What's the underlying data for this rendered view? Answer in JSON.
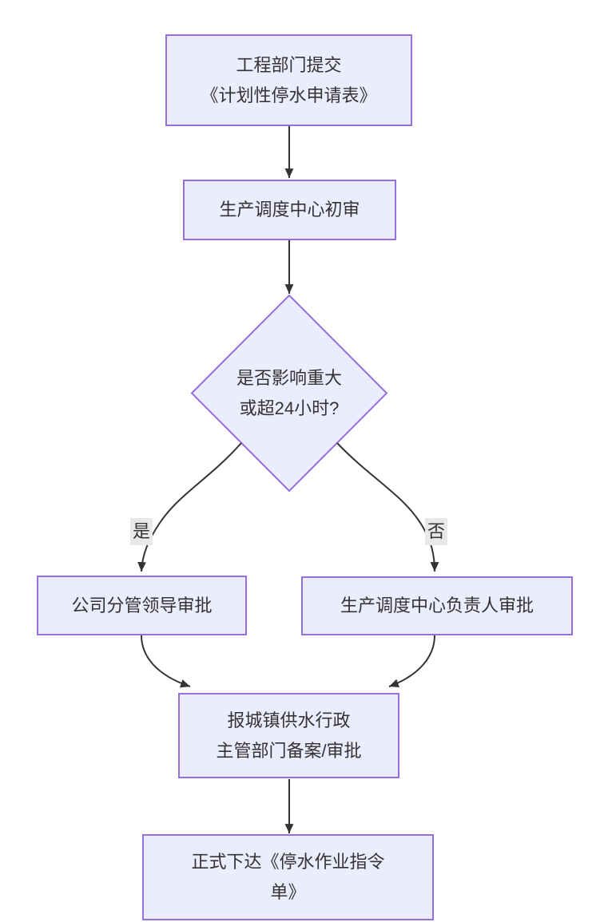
{
  "diagram": {
    "type": "flowchart",
    "colors": {
      "background": "#ffffff",
      "node_fill": "#ECECFF",
      "node_border": "#9370DB",
      "text_color": "#333333",
      "edge_color": "#333333",
      "edge_label_bg": "#e8e8e8"
    },
    "nodes": [
      {
        "id": "submit",
        "shape": "rect",
        "lines": [
          "工程部门提交",
          "《计划性停水申请表》"
        ]
      },
      {
        "id": "review",
        "shape": "rect",
        "lines": [
          "生产调度中心初审"
        ]
      },
      {
        "id": "decision",
        "shape": "diamond",
        "lines": [
          "是否影响重大",
          "或超24小时?"
        ]
      },
      {
        "id": "leader",
        "shape": "rect",
        "lines": [
          "公司分管领导审批"
        ]
      },
      {
        "id": "manager",
        "shape": "rect",
        "lines": [
          "生产调度中心负责人审批"
        ]
      },
      {
        "id": "report",
        "shape": "rect",
        "lines": [
          "报城镇供水行政",
          "主管部门备案/审批"
        ]
      },
      {
        "id": "issue",
        "shape": "rect",
        "lines": [
          "正式下达《停水作业指令",
          "单》"
        ]
      }
    ],
    "edge_labels": {
      "yes": "是",
      "no": "否"
    }
  }
}
